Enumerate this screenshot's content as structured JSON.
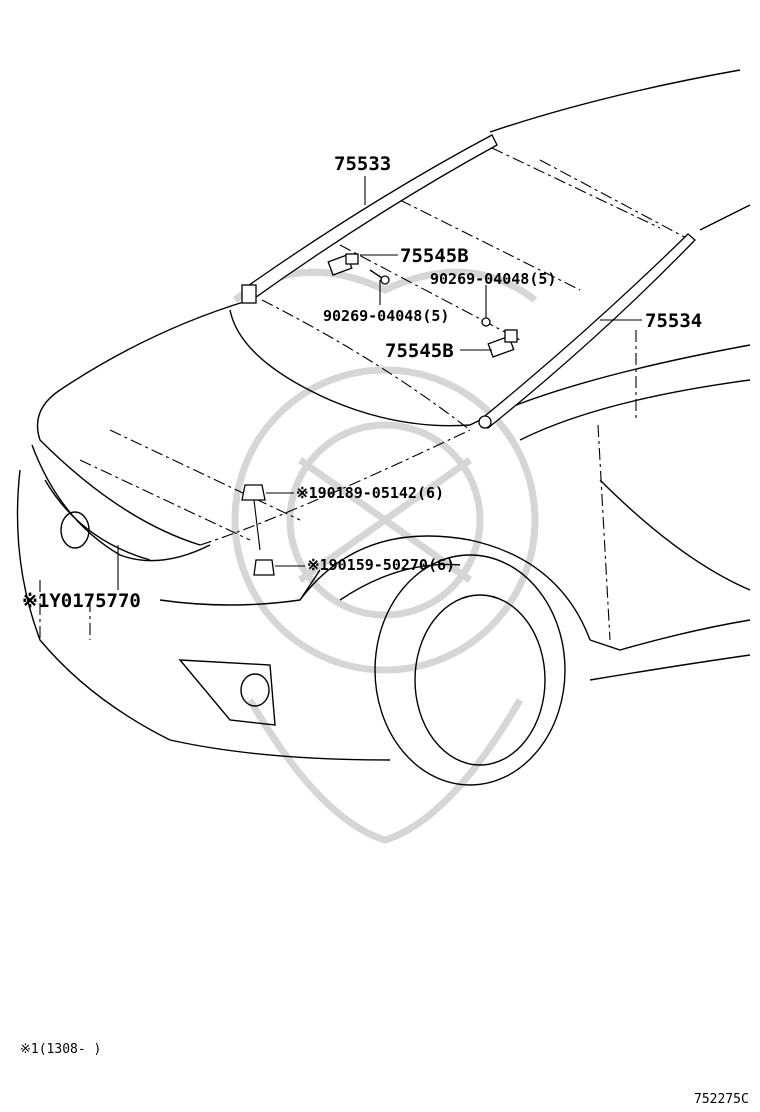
{
  "diagram": {
    "callouts": {
      "c75533": "75533",
      "c75545b_top": "75545B",
      "c90269_right": "90269-04048(5)",
      "c90269_left": "90269-04048(5)",
      "c75534": "75534",
      "c75545b_bottom": "75545B",
      "c190189": "※190189-05142(6)",
      "c190159": "※190159-50270(6)",
      "cY0175770": "※1Y0175770"
    },
    "footnote": "※1(1308-     )",
    "figure_code": "752275C"
  }
}
